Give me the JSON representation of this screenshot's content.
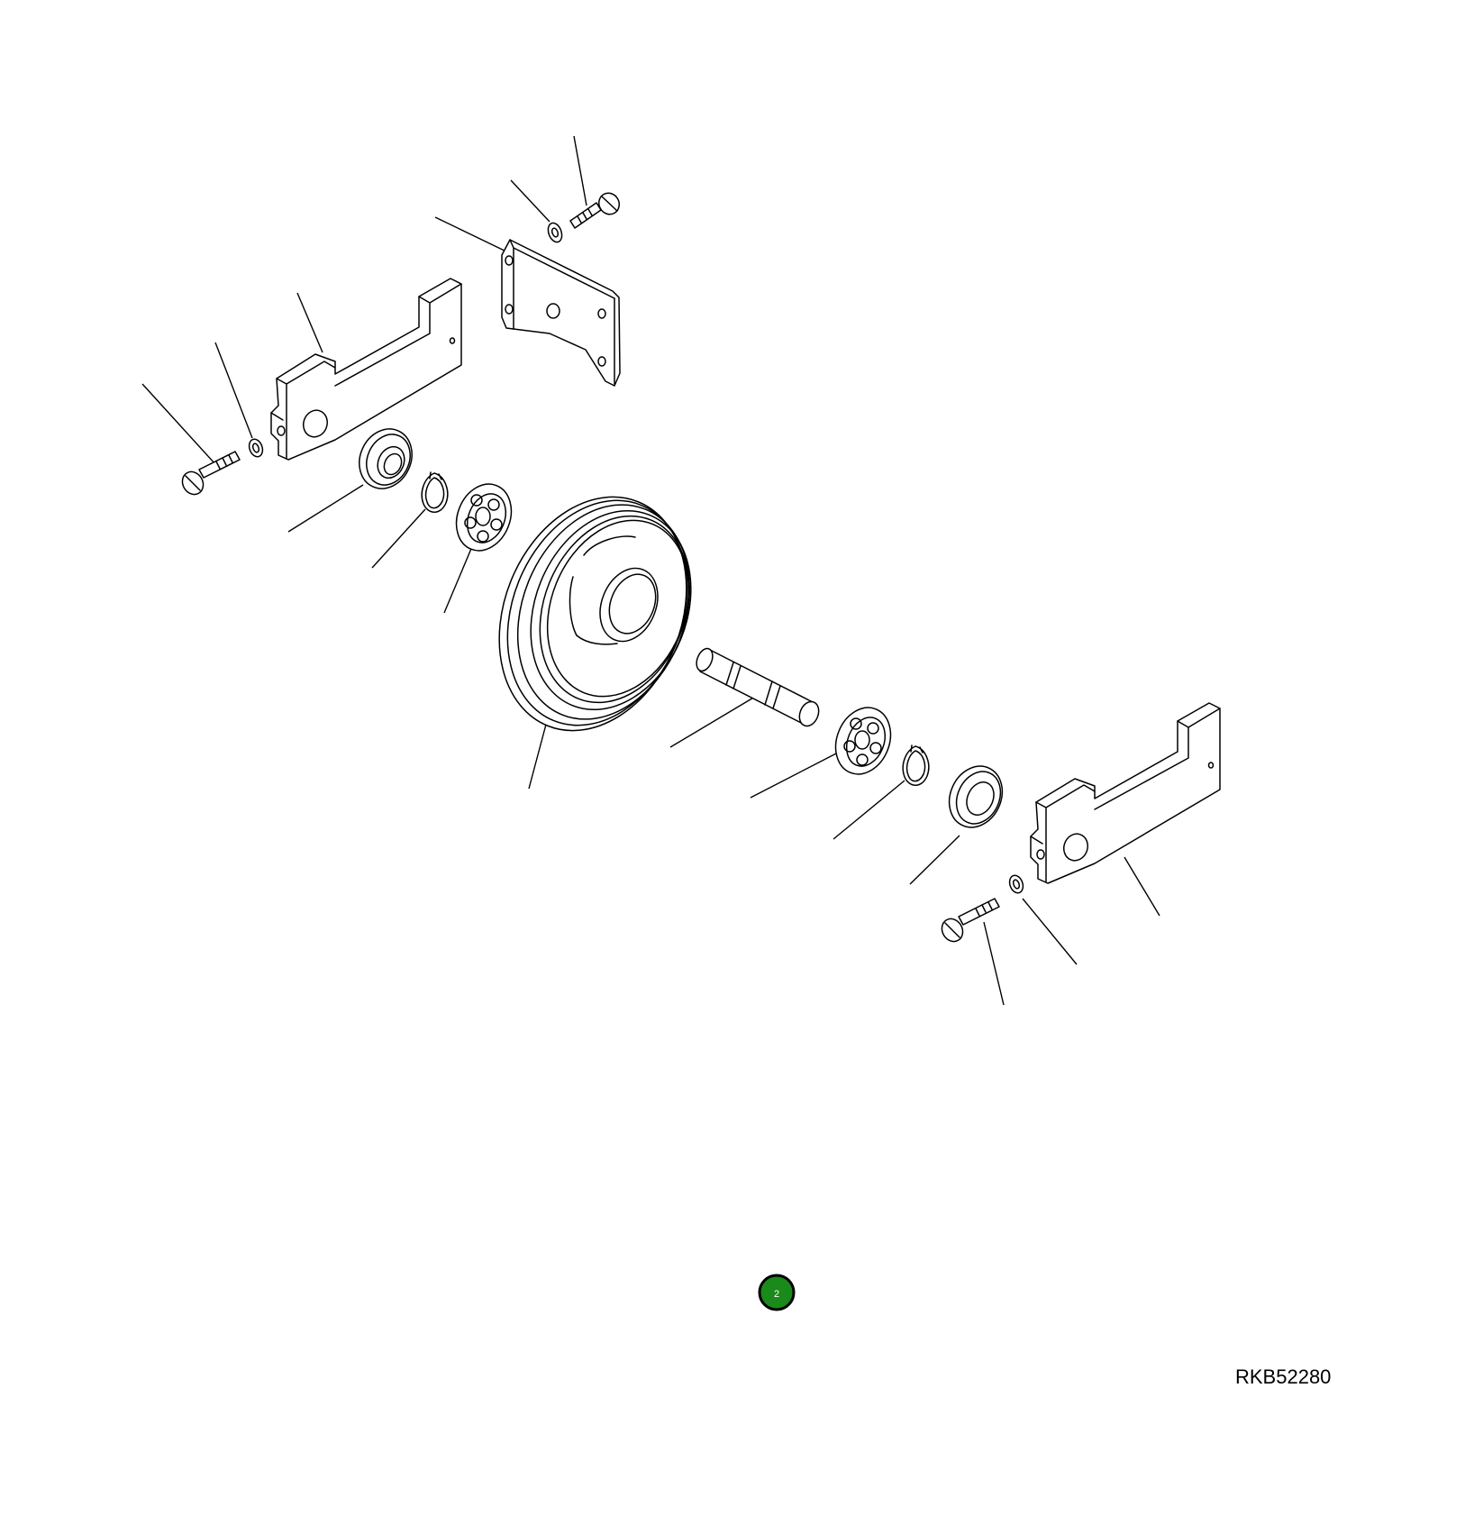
{
  "drawing_code": "RKB52280",
  "callout": {
    "label": "2",
    "fill_color": "#1a8a1a",
    "ring_color": "#000000"
  },
  "parts": [
    "mounting-plate",
    "bolt-top",
    "washer-top",
    "bracket-left",
    "bolt-left",
    "washer-left",
    "seal-left",
    "snap-ring-left",
    "bearing-left",
    "idler-wheel",
    "shaft",
    "bearing-right",
    "snap-ring-right",
    "seal-right",
    "bracket-right",
    "washer-right",
    "bolt-right"
  ]
}
